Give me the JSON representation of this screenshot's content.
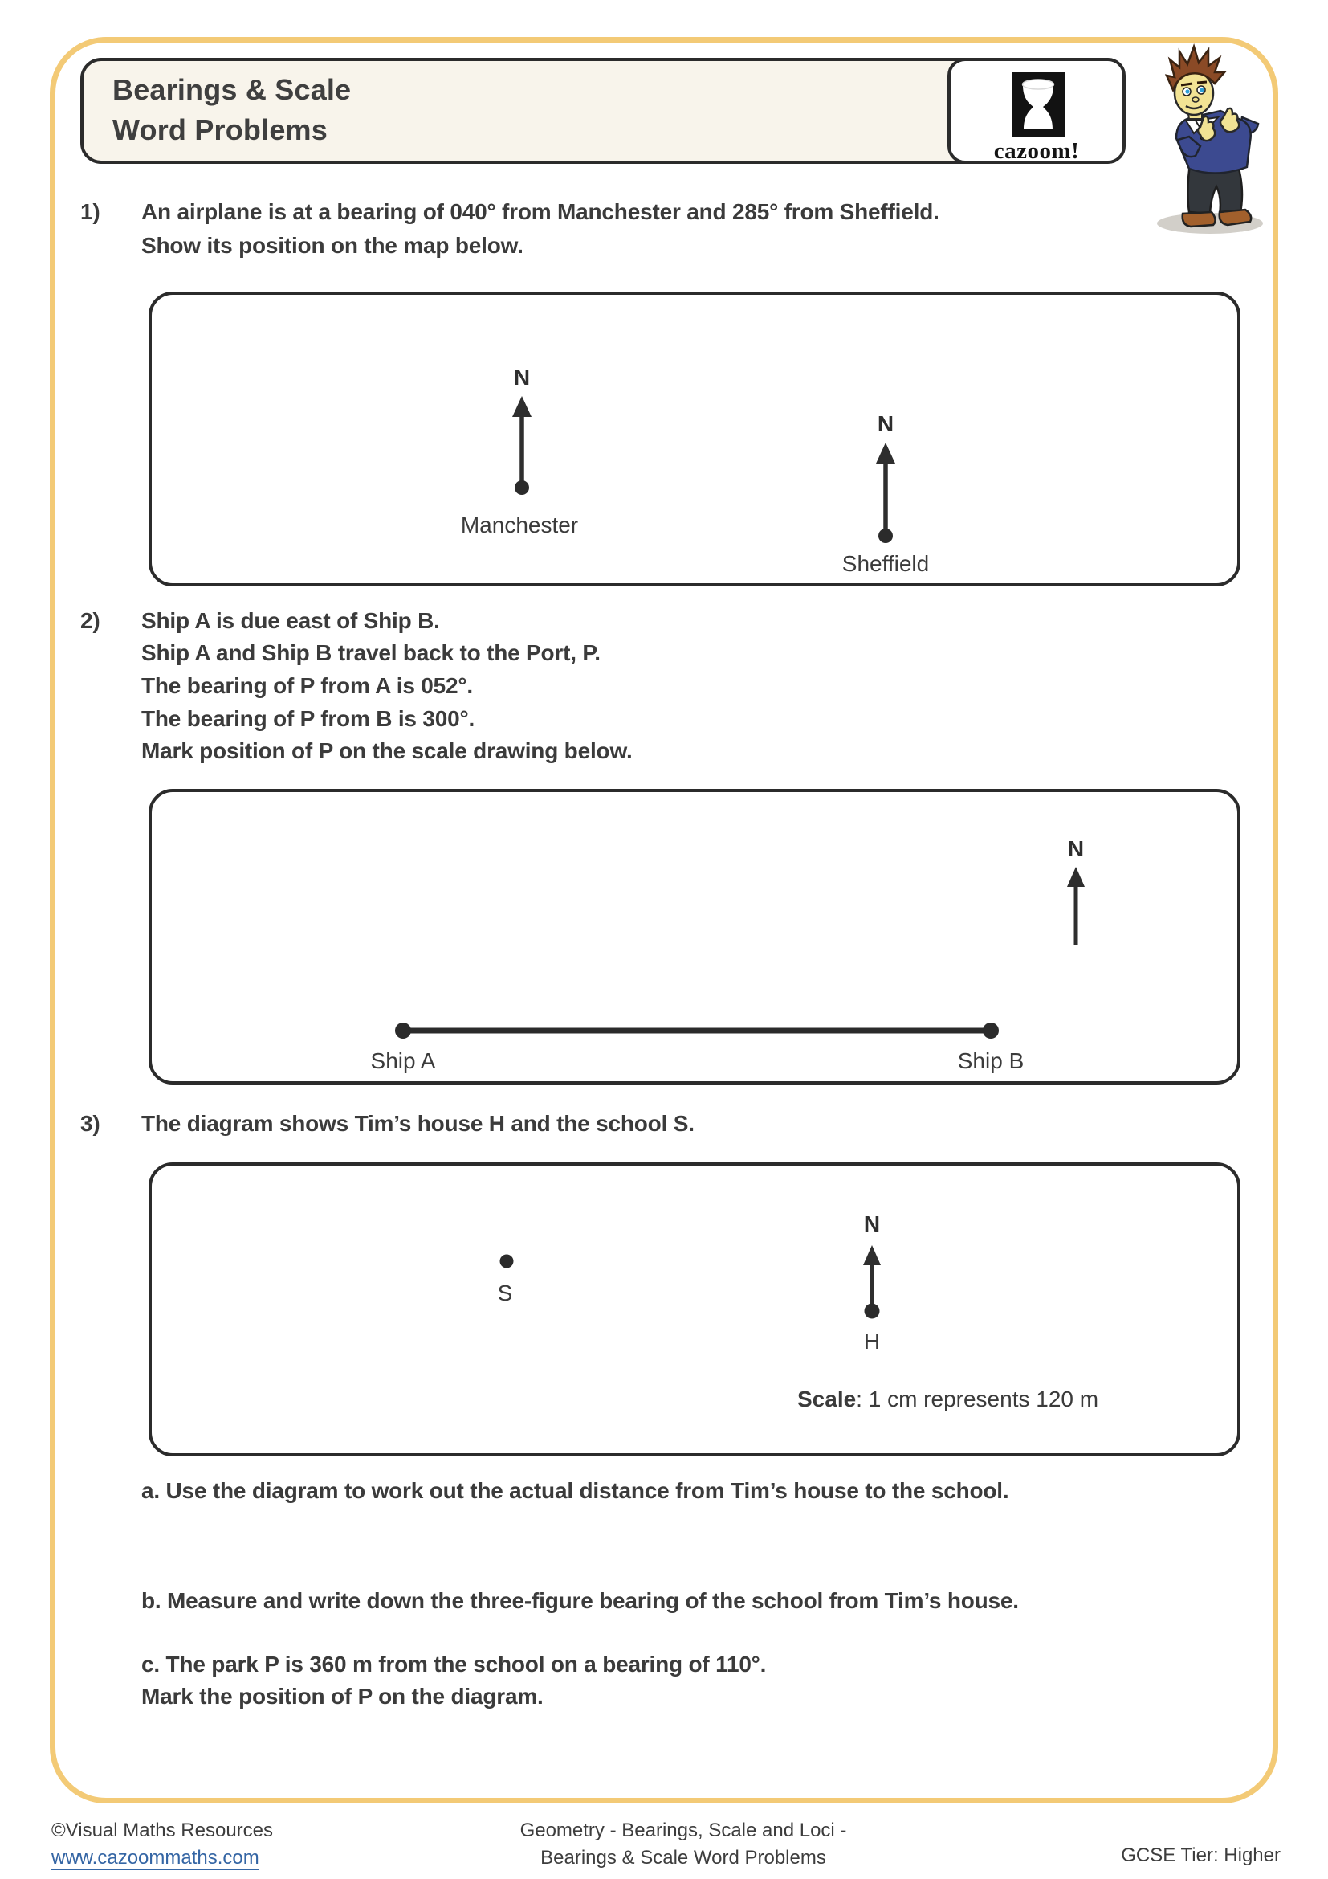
{
  "header": {
    "title_line1": "Bearings & Scale",
    "title_line2": "Word Problems",
    "logo_text": "cazoom!"
  },
  "q1": {
    "number": "1)",
    "line1": "An airplane is at a bearing of 040° from Manchester and 285° from Sheffield.",
    "line2": "Show its position on the map below."
  },
  "map1": {
    "north": "N",
    "city1": "Manchester",
    "city2": "Sheffield"
  },
  "q2": {
    "number": "2)",
    "lines": [
      "Ship A is due east of Ship B.",
      "Ship A and Ship B travel back to the Port, P.",
      "The bearing of P from A is 052°.",
      "The bearing of P from B is 300°.",
      "Mark position of P on the scale drawing below."
    ]
  },
  "map2": {
    "north": "N",
    "shipA": "Ship A",
    "shipB": "Ship B"
  },
  "q3": {
    "number": "3)",
    "intro": "The diagram shows Tim’s house H and the school S.",
    "part_a": "a. Use the diagram to work out the actual distance from Tim’s house to the school.",
    "part_b": "b. Measure and write down the three-figure bearing of the school from Tim’s house.",
    "part_c_line1": "c. The park P is 360 m from the school on a bearing of 110°.",
    "part_c_line2": "Mark the position of P on the diagram."
  },
  "map3": {
    "north": "N",
    "school": "S",
    "house": "H",
    "scale_bold": "Scale",
    "scale_text": ": 1 cm represents 120 m"
  },
  "footer": {
    "credit": "©Visual Maths Resources",
    "url": "www.cazoommaths.com",
    "center_line1": "Geometry - Bearings, Scale and Loci -",
    "center_line2": "Bearings & Scale Word Problems",
    "tier": "GCSE Tier: Higher"
  },
  "colors": {
    "frame_yellow": "#f3ca76",
    "box_border": "#2b2b2b",
    "header_fill": "#f8f4eb",
    "link_blue": "#3465a4",
    "ink": "#3b3b3b"
  }
}
